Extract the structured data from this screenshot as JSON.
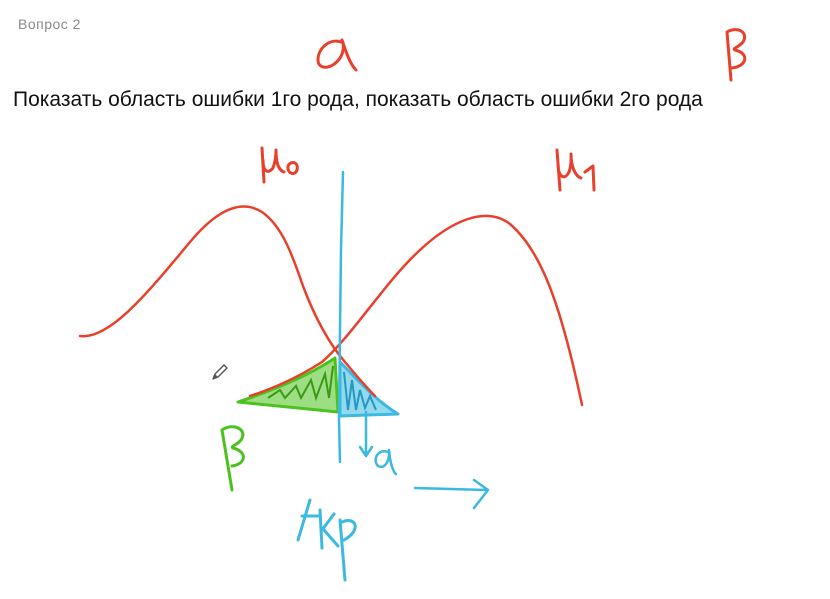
{
  "header": {
    "question_number": "Вопрос 2",
    "question_text": "Показать область ошибки 1го рода, показать область ошибки 2го рода"
  },
  "handwriting": {
    "alpha_top": "α",
    "beta_top": "β",
    "mu0": "μ₀",
    "mu1": "μ₁",
    "beta_label": "β",
    "alpha_label": "α",
    "critical_label": "tкр"
  },
  "colors": {
    "curves": "#e8402a",
    "critical": "#3bb9e0",
    "beta_area": "#4cc21f",
    "alpha_area": "#3bb9e0",
    "question_number": "#8a8a8a",
    "question_text": "#111111"
  },
  "icons": {
    "cursor": "pencil-icon"
  }
}
